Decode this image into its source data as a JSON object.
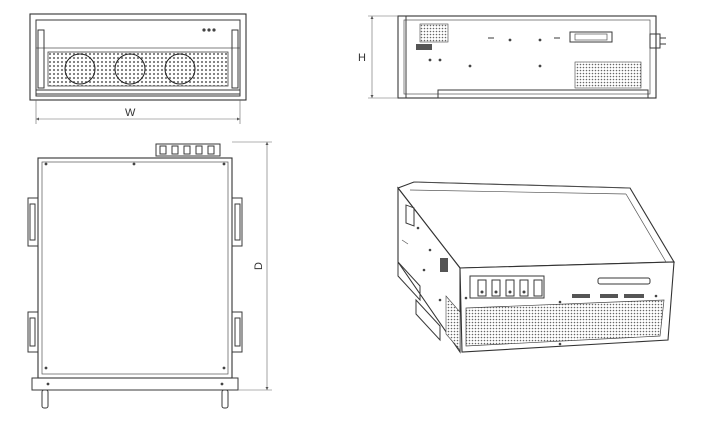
{
  "front_view": {
    "width_label": "W"
  },
  "side_view": {
    "height_label": "H"
  },
  "top_view": {
    "depth_label": "D"
  }
}
